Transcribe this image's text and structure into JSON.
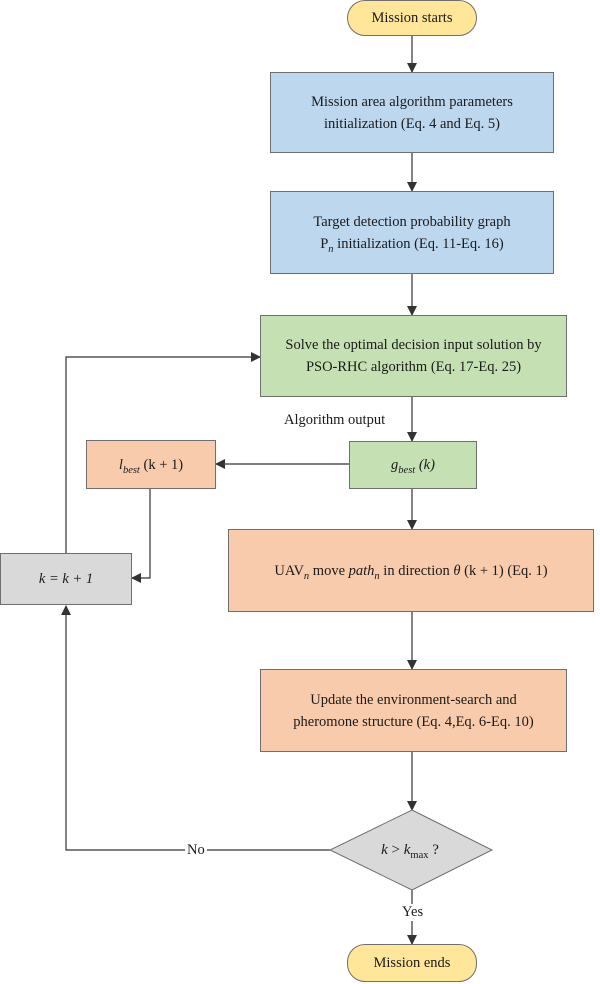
{
  "nodes": {
    "start": {
      "text": "Mission starts"
    },
    "init_area": {
      "line1": "Mission area algorithm parameters",
      "line2": "initialization (Eq. 4 and Eq. 5)"
    },
    "init_prob": {
      "line1": "Target detection probability graph",
      "p_sym": "P",
      "p_sub": "n",
      "line2_rest": " initialization (Eq. 11-Eq. 16)"
    },
    "solve": {
      "line1": "Solve the optimal decision input solution by",
      "line2": "PSO-RHC algorithm (Eq. 17-Eq. 25)"
    },
    "gbest": {
      "sym": "g",
      "sub": "best",
      "arg": " (k)"
    },
    "lbest": {
      "sym": "l",
      "sub": "best",
      "arg": " (k + 1)"
    },
    "move": {
      "uav": "UAV",
      "uav_sub": "n",
      "move_word": " move ",
      "path": "path",
      "path_sub": "n",
      "dir_text": " in direction ",
      "theta": "θ",
      "rest": " (k + 1) (Eq. 1)"
    },
    "k_inc": {
      "text": "k = k + 1"
    },
    "update": {
      "line1": "Update the environment-search and",
      "line2": "pheromone structure (Eq. 4,Eq. 6-Eq. 10)"
    },
    "decision": {
      "k": "k",
      "gt": " > ",
      "kmax": "k",
      "kmax_sub": "max",
      "q": " ?"
    },
    "end": {
      "text": "Mission ends"
    }
  },
  "labels": {
    "algorithm_output": "Algorithm output",
    "no": "No",
    "yes": "Yes"
  },
  "colors": {
    "terminal": "#ffe699",
    "init": "#bdd7ee",
    "solve": "#c5e0b3",
    "process": "#f8cbad",
    "counter": "#d9d9d9",
    "decision": "#d9d9d9",
    "line": "#333333"
  }
}
